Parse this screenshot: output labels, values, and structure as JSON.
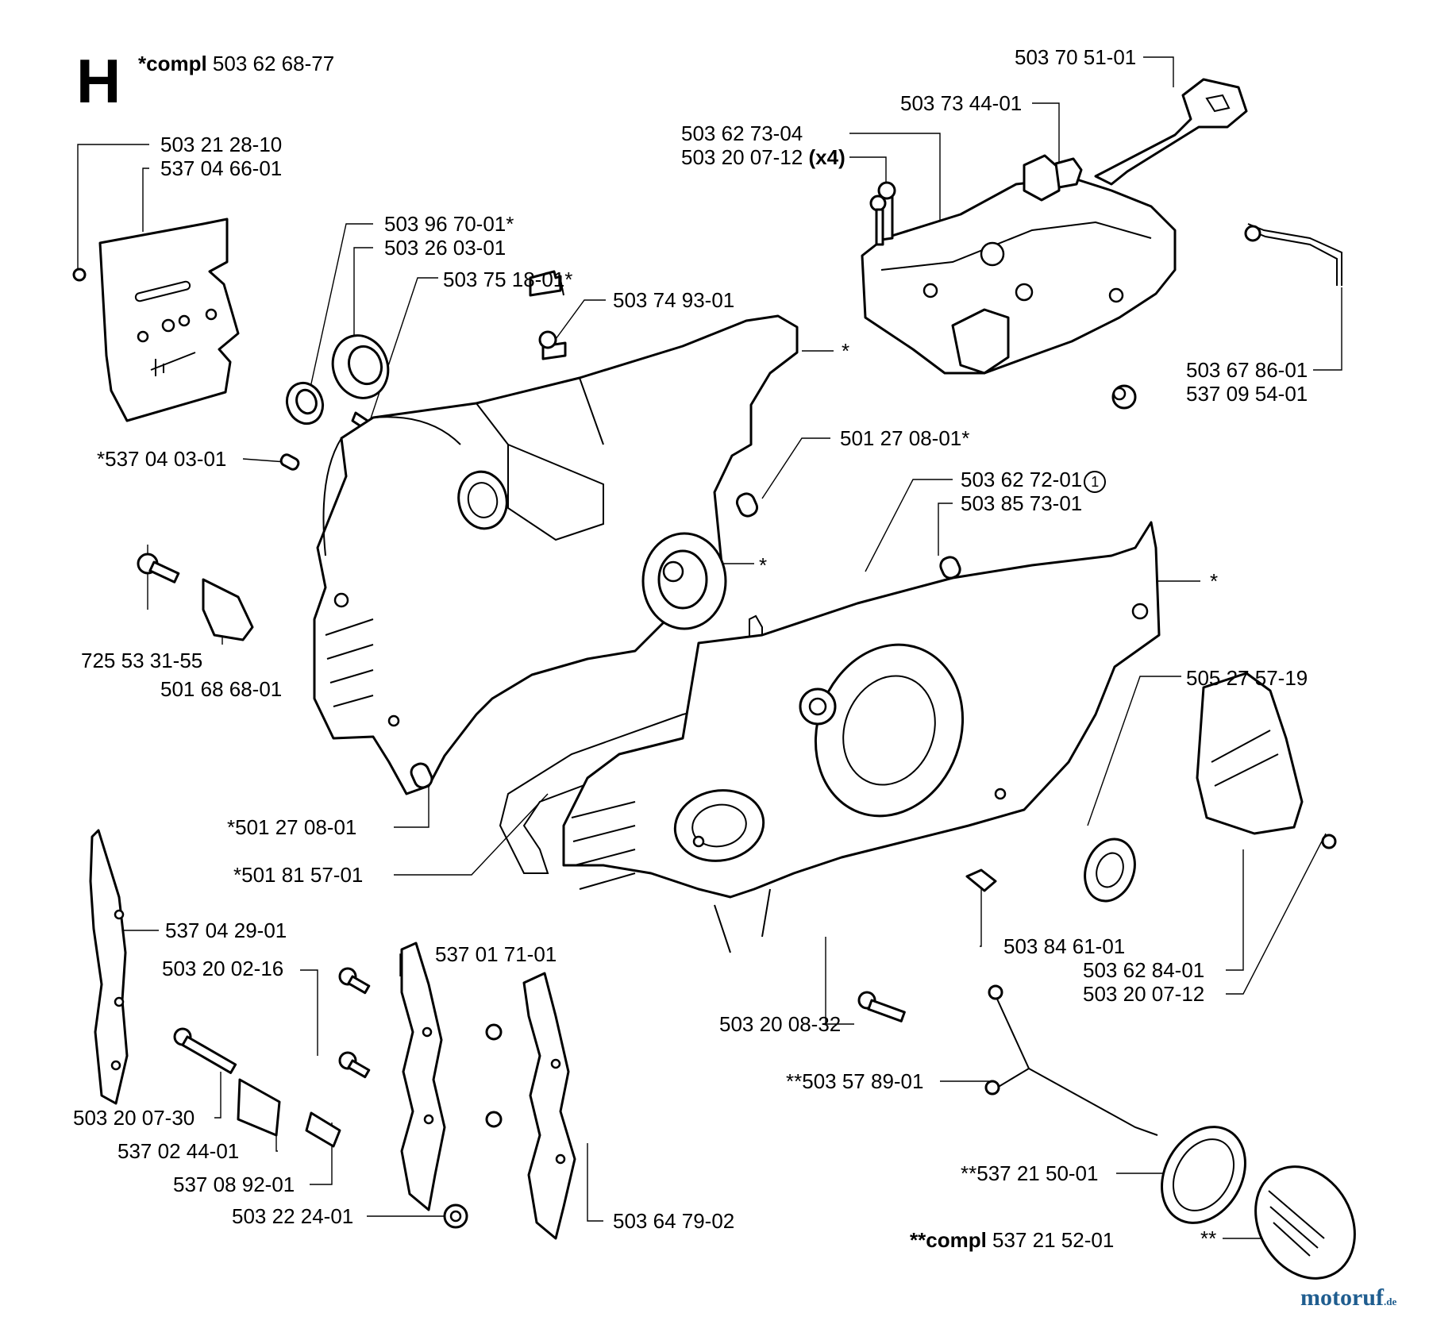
{
  "section": "H",
  "top_compl": {
    "prefix": "*compl",
    "number": "503 62 68-77"
  },
  "bottom_compl": {
    "prefix": "**compl",
    "number": "537 21 52-01"
  },
  "labels": {
    "p_5032128": "503 21 28-10",
    "p_5370466": "537 04 66-01",
    "p_5039670": "503 96 70-01*",
    "p_5032603": "503 26 03-01",
    "p_5037518": "503 75 18-01*",
    "p_5037493": "503 74 93-01",
    "p_5370403": "*537 04 03-01",
    "p_5012708a": "501 27 08-01*",
    "p_5036273": "503 62 73-04",
    "p_5032007x4": "503 20 07-12",
    "p_x4": "(x4)",
    "p_5037344": "503 73 44-01",
    "p_5037051": "503 70 51-01",
    "p_5036786": "503 67 86-01",
    "p_5370954": "537 09 54-01",
    "p_5036272": "503 62 72-01",
    "p_circled1": "1",
    "p_5038573": "503 85 73-01",
    "p_7255331": "725 53 31-55",
    "p_5016868": "501 68 68-01",
    "p_5052757": "505 27 57-19",
    "p_5012708b": "*501 27 08-01",
    "p_5018157": "*501 81 57-01",
    "p_5370429": "537 04 29-01",
    "p_5032002": "503 20 02-16",
    "p_5370171": "537 01 71-01",
    "p_5038461": "503 84 61-01",
    "p_5036284": "503 62 84-01",
    "p_5032007b": "503 20 07-12",
    "p_5032008": "503 20 08-32",
    "p_5035789": "**503 57 89-01",
    "p_5032007_30": "503 20 07-30",
    "p_5370244": "537 02 44-01",
    "p_5370892": "537 08 92-01",
    "p_5032224": "503 22 24-01",
    "p_5036479": "503 64 79-02",
    "p_5372150": "**537 21 50-01",
    "star_a": "*",
    "star_b": "*",
    "star_c": "*",
    "star_dbl": "**"
  },
  "watermark": {
    "name": "motoruf",
    "suffix": ".de"
  },
  "colors": {
    "ink": "#000000",
    "watermark": "#1f5d8f"
  }
}
